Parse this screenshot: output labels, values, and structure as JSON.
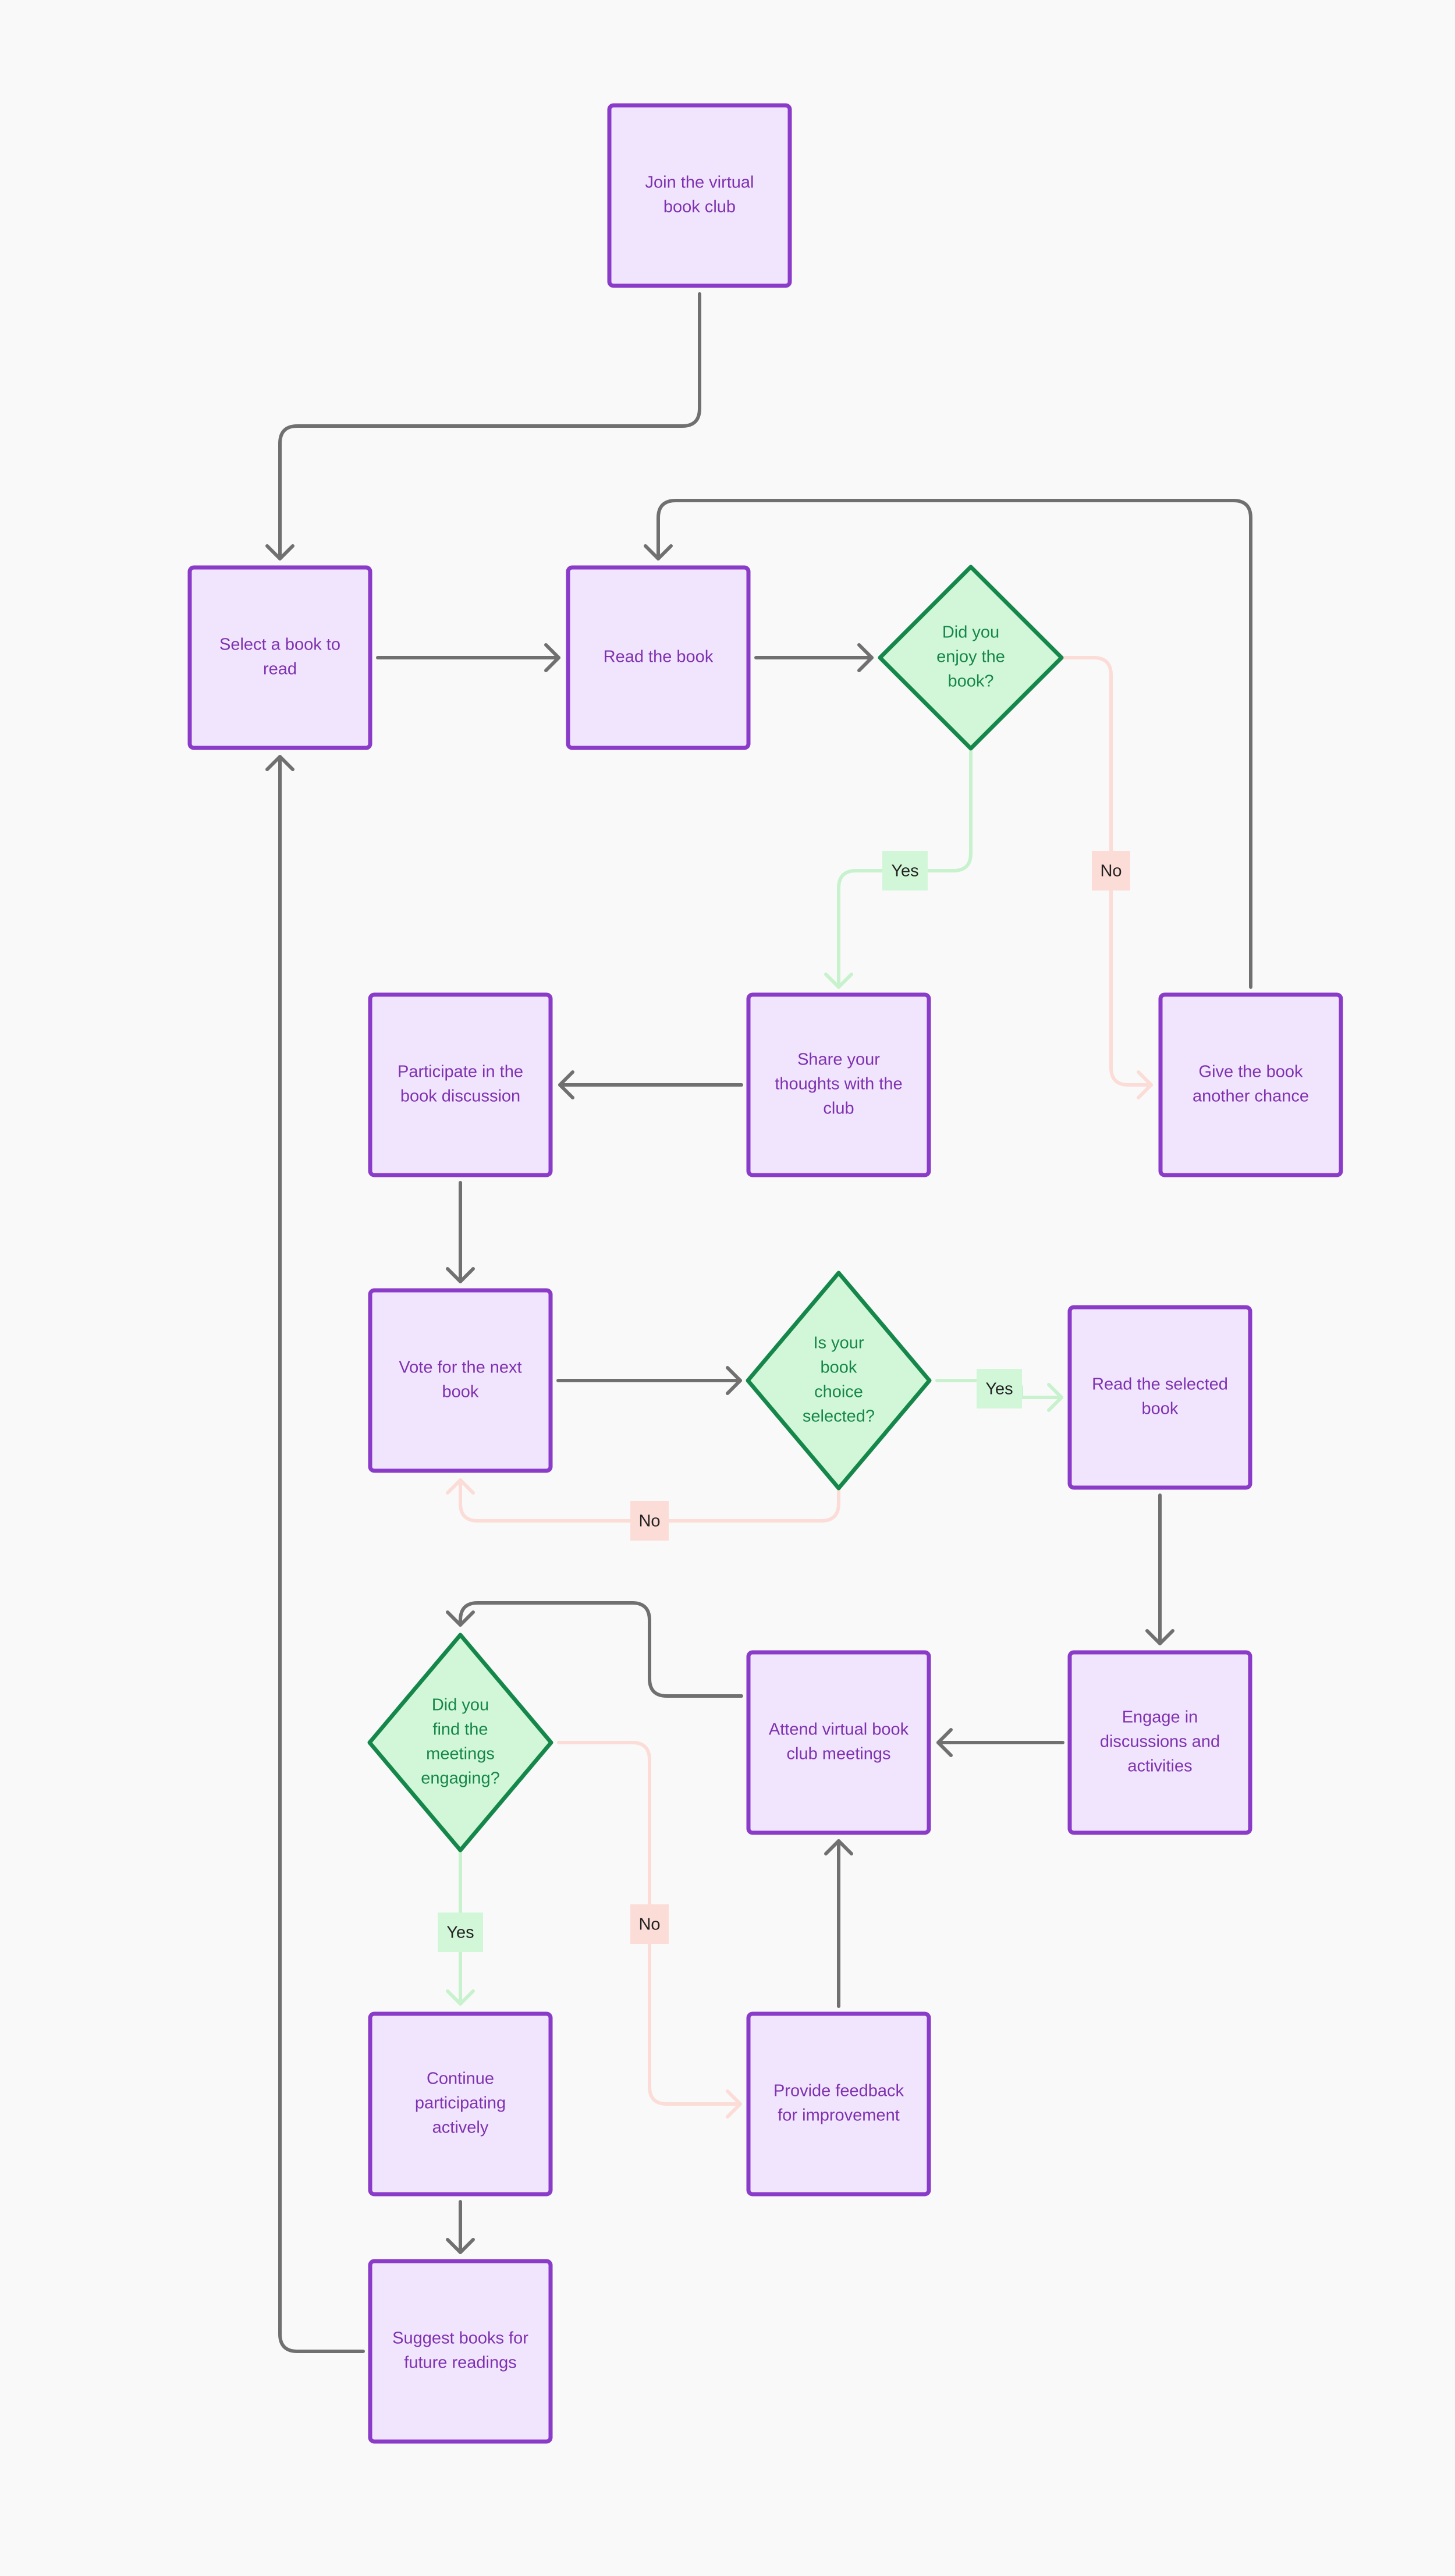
{
  "colors": {
    "background": "#f9f9f9",
    "process_fill": "#f1e4fd",
    "process_stroke": "#8a3cc9",
    "process_text": "#7e32b0",
    "decision_fill": "#d2f7d8",
    "decision_stroke": "#16874a",
    "decision_text": "#16874a",
    "flow_edge": "#707070",
    "yes_edge": "#c7f2cd",
    "yes_label_bg": "#d2f7d8",
    "no_edge": "#fbdcd7",
    "no_label_bg": "#fcdcd7"
  },
  "nodes": [
    {
      "id": "join",
      "kind": "process",
      "lines": [
        "Join the virtual",
        "book club"
      ]
    },
    {
      "id": "select",
      "kind": "process",
      "lines": [
        "Select a book to",
        "read"
      ]
    },
    {
      "id": "read",
      "kind": "process",
      "lines": [
        "Read the book"
      ]
    },
    {
      "id": "enjoy",
      "kind": "decision",
      "lines": [
        "Did you",
        "enjoy the",
        "book?"
      ]
    },
    {
      "id": "share",
      "kind": "process",
      "lines": [
        "Share your",
        "thoughts with the",
        "club"
      ]
    },
    {
      "id": "participate",
      "kind": "process",
      "lines": [
        "Participate in the",
        "book discussion"
      ]
    },
    {
      "id": "chance",
      "kind": "process",
      "lines": [
        "Give the book",
        "another chance"
      ]
    },
    {
      "id": "vote",
      "kind": "process",
      "lines": [
        "Vote for the next",
        "book"
      ]
    },
    {
      "id": "choice",
      "kind": "decision",
      "lines": [
        "Is your",
        "book",
        "choice",
        "selected?"
      ]
    },
    {
      "id": "readsel",
      "kind": "process",
      "lines": [
        "Read the selected",
        "book"
      ]
    },
    {
      "id": "meetings",
      "kind": "decision",
      "lines": [
        "Did you",
        "find the",
        "meetings",
        "engaging?"
      ]
    },
    {
      "id": "attend",
      "kind": "process",
      "lines": [
        "Attend virtual book",
        "club meetings"
      ]
    },
    {
      "id": "engage",
      "kind": "process",
      "lines": [
        "Engage in",
        "discussions and",
        "activities"
      ]
    },
    {
      "id": "continue",
      "kind": "process",
      "lines": [
        "Continue",
        "participating",
        "actively"
      ]
    },
    {
      "id": "feedback",
      "kind": "process",
      "lines": [
        "Provide feedback",
        "for improvement"
      ]
    },
    {
      "id": "suggest",
      "kind": "process",
      "lines": [
        "Suggest books for",
        "future readings"
      ]
    }
  ],
  "edges": [
    {
      "from": "join",
      "to": "select",
      "type": "flow"
    },
    {
      "from": "select",
      "to": "read",
      "type": "flow"
    },
    {
      "from": "read",
      "to": "enjoy",
      "type": "flow"
    },
    {
      "from": "enjoy",
      "to": "share",
      "type": "yes",
      "label": "Yes"
    },
    {
      "from": "enjoy",
      "to": "chance",
      "type": "no",
      "label": "No"
    },
    {
      "from": "chance",
      "to": "read",
      "type": "flow"
    },
    {
      "from": "share",
      "to": "participate",
      "type": "flow"
    },
    {
      "from": "participate",
      "to": "vote",
      "type": "flow"
    },
    {
      "from": "vote",
      "to": "choice",
      "type": "flow"
    },
    {
      "from": "choice",
      "to": "readsel",
      "type": "yes",
      "label": "Yes"
    },
    {
      "from": "choice",
      "to": "vote",
      "type": "no",
      "label": "No"
    },
    {
      "from": "readsel",
      "to": "engage",
      "type": "flow"
    },
    {
      "from": "engage",
      "to": "attend",
      "type": "flow"
    },
    {
      "from": "attend",
      "to": "meetings",
      "type": "flow"
    },
    {
      "from": "meetings",
      "to": "continue",
      "type": "yes",
      "label": "Yes"
    },
    {
      "from": "meetings",
      "to": "feedback",
      "type": "no",
      "label": "No"
    },
    {
      "from": "feedback",
      "to": "attend",
      "type": "flow"
    },
    {
      "from": "continue",
      "to": "suggest",
      "type": "flow"
    },
    {
      "from": "suggest",
      "to": "select",
      "type": "flow"
    }
  ]
}
